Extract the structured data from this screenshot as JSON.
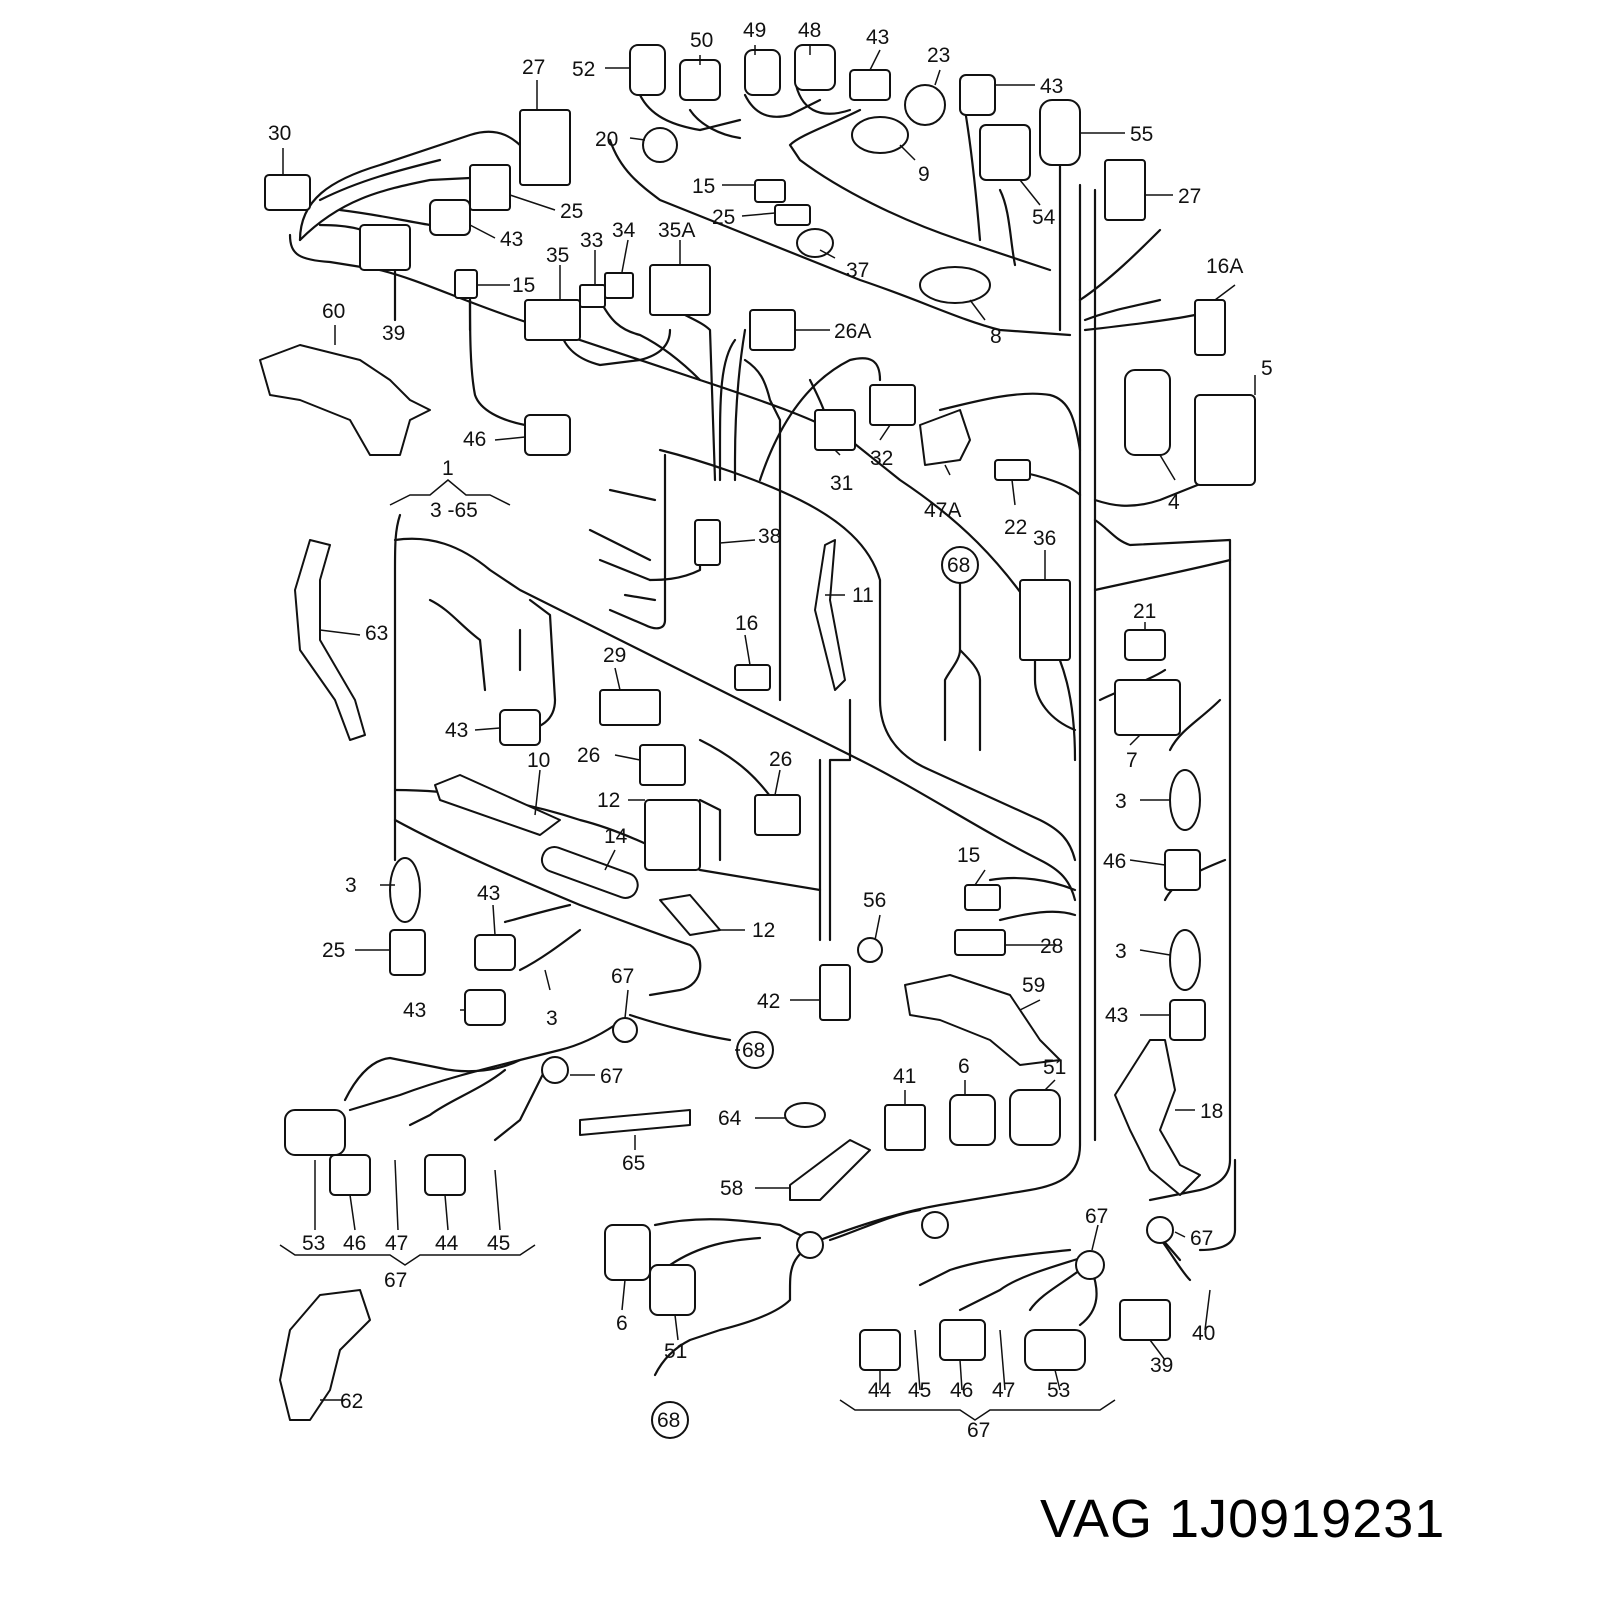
{
  "caption": {
    "brand": "VAG",
    "part_number": "1J0919231"
  },
  "group_labels": {
    "top": "1",
    "top_range": "3 -65"
  },
  "callouts": [
    "30",
    "27",
    "52",
    "50",
    "49",
    "48",
    "43",
    "23",
    "43",
    "55",
    "20",
    "25",
    "43",
    "15",
    "25",
    "54",
    "9",
    "27",
    "35",
    "33",
    "34",
    "35A",
    "15",
    "37",
    "16A",
    "60",
    "39",
    "26A",
    "8",
    "5",
    "31",
    "32",
    "47A",
    "4",
    "46",
    "22",
    "38",
    "11",
    "36",
    "68",
    "63",
    "21",
    "16",
    "29",
    "43",
    "7",
    "26",
    "26",
    "3",
    "10",
    "12",
    "46",
    "14",
    "15",
    "3",
    "43",
    "56",
    "28",
    "12",
    "25",
    "3",
    "43",
    "59",
    "42",
    "43",
    "3",
    "67",
    "68",
    "67",
    "41",
    "6",
    "51",
    "18",
    "64",
    "65",
    "58",
    "53",
    "46",
    "47",
    "44",
    "45",
    "67",
    "67",
    "67",
    "6",
    "51",
    "40",
    "39",
    "62",
    "44",
    "45",
    "46",
    "47",
    "53",
    "68",
    "67"
  ]
}
